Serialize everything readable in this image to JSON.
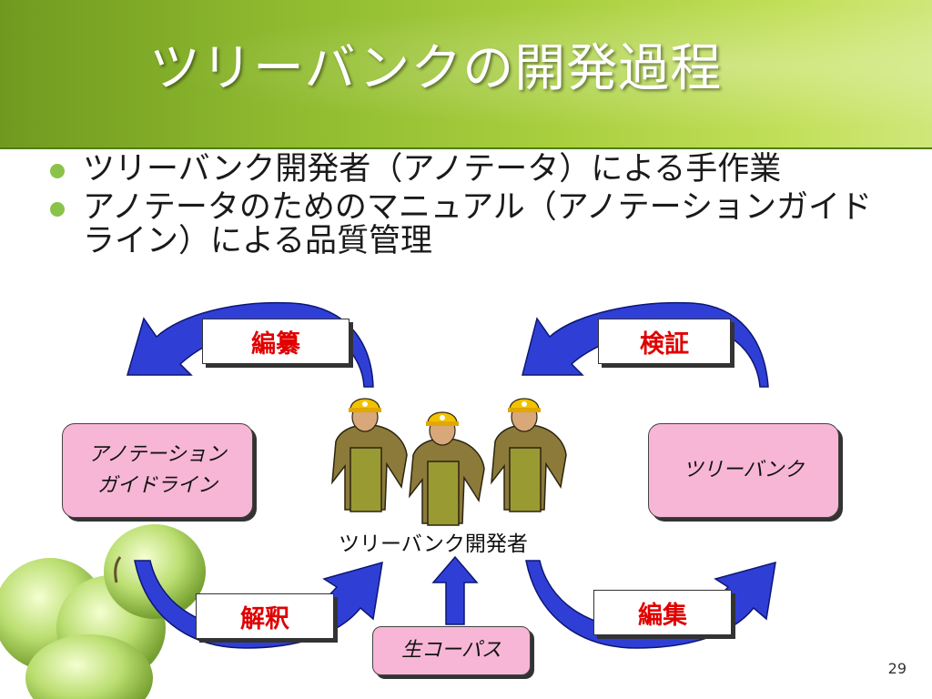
{
  "slide": {
    "title": "ツリーバンクの開発過程",
    "bullets": [
      "ツリーバンク開発者（アノテータ）による手作業",
      "アノテータのためのマニュアル（アノテーションガイドライン）による品質管理"
    ],
    "page_number": "29"
  },
  "diagram": {
    "labels": {
      "edit_compile": "編纂",
      "verify": "検証",
      "interpret": "解釈",
      "edit": "編集"
    },
    "boxes": {
      "guideline_line1": "アノテーション",
      "guideline_line2": "ガイドライン",
      "treebank": "ツリーバンク",
      "raw_corpus": "生コーパス"
    },
    "developers_caption": "ツリーバンク開発者"
  },
  "colors": {
    "arrow_fill": "#2f3fd6",
    "label_text": "#e00000",
    "box_fill": "#f7b6d6",
    "header_green": "#8fba2f"
  },
  "icons": [
    "bullet-dot-icon",
    "worker-illustration",
    "apple-decoration",
    "curved-arrow-icon"
  ]
}
